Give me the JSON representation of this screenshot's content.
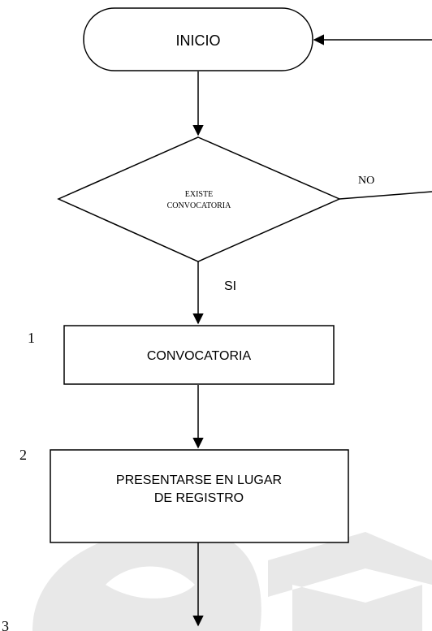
{
  "flowchart": {
    "start": {
      "label": "INICIO"
    },
    "decision": {
      "line1": "EXISTE",
      "line2": "CONVOCATORIA"
    },
    "branch_no": "NO",
    "branch_yes": "SI",
    "steps": [
      {
        "number": "1",
        "line1": "CONVOCATORIA",
        "line2": ""
      },
      {
        "number": "2",
        "line1": "PRESENTARSE EN LUGAR",
        "line2": "DE REGISTRO"
      },
      {
        "number": "3"
      }
    ]
  },
  "colors": {
    "stroke": "#000000",
    "watermark": "#e6e6e6"
  },
  "watermark_icons": [
    "laurel-leaf",
    "graduation-cap"
  ]
}
